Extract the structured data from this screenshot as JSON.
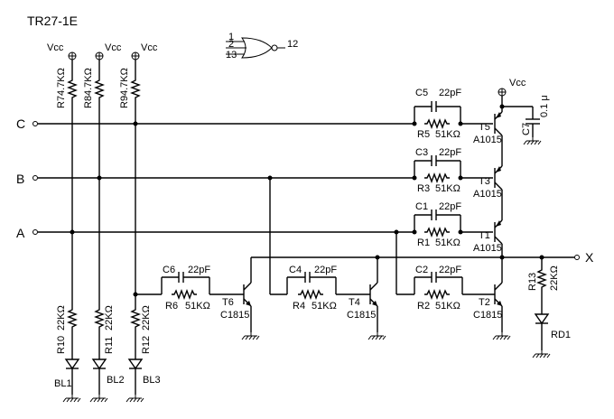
{
  "title": "TR27-1E",
  "colors": {
    "ink": "#000000",
    "background": "#ffffff"
  },
  "gate": {
    "pin_in_1": "1",
    "pin_in_2": "2",
    "pin_in_3": "13",
    "pin_out": "12"
  },
  "inputs": {
    "c": "C",
    "b": "B",
    "a": "A"
  },
  "output": {
    "x": "X"
  },
  "vcc": {
    "v1": "Vcc",
    "v2": "Vcc",
    "v3": "Vcc",
    "v4": "Vcc"
  },
  "resistors": {
    "r7": "R7",
    "r7_val": "4.7KΩ",
    "r8": "R8",
    "r8_val": "4.7KΩ",
    "r9": "R9",
    "r9_val": "4.7KΩ",
    "r10": "R10",
    "r10_val": "22KΩ",
    "r11": "R11",
    "r11_val": "22KΩ",
    "r12": "R12",
    "r12_val": "22KΩ",
    "r13": "R13",
    "r13_val": "22KΩ",
    "r1": "R1",
    "r1_val": "51KΩ",
    "r2": "R2",
    "r2_val": "51KΩ",
    "r3": "R3",
    "r3_val": "51KΩ",
    "r4": "R4",
    "r4_val": "51KΩ",
    "r5": "R5",
    "r5_val": "51KΩ",
    "r6": "R6",
    "r6_val": "51KΩ"
  },
  "capacitors": {
    "c1": "C1",
    "c1_val": "22pF",
    "c2": "C2",
    "c2_val": "22pF",
    "c3": "C3",
    "c3_val": "22pF",
    "c4": "C4",
    "c4_val": "22pF",
    "c5": "C5",
    "c5_val": "22pF",
    "c6": "C6",
    "c6_val": "22pF",
    "c7": "C7",
    "c7_val": "0.1 μ"
  },
  "transistors": {
    "t1": "T1",
    "t1_type": "A1015",
    "t3": "T3",
    "t3_type": "A1015",
    "t5": "T5",
    "t5_type": "A1015",
    "t2": "T2",
    "t2_type": "C1815",
    "t4": "T4",
    "t4_type": "C1815",
    "t6": "T6",
    "t6_type": "C1815"
  },
  "leds": {
    "bl1": "BL1",
    "bl2": "BL2",
    "bl3": "BL3",
    "rd1": "RD1"
  }
}
